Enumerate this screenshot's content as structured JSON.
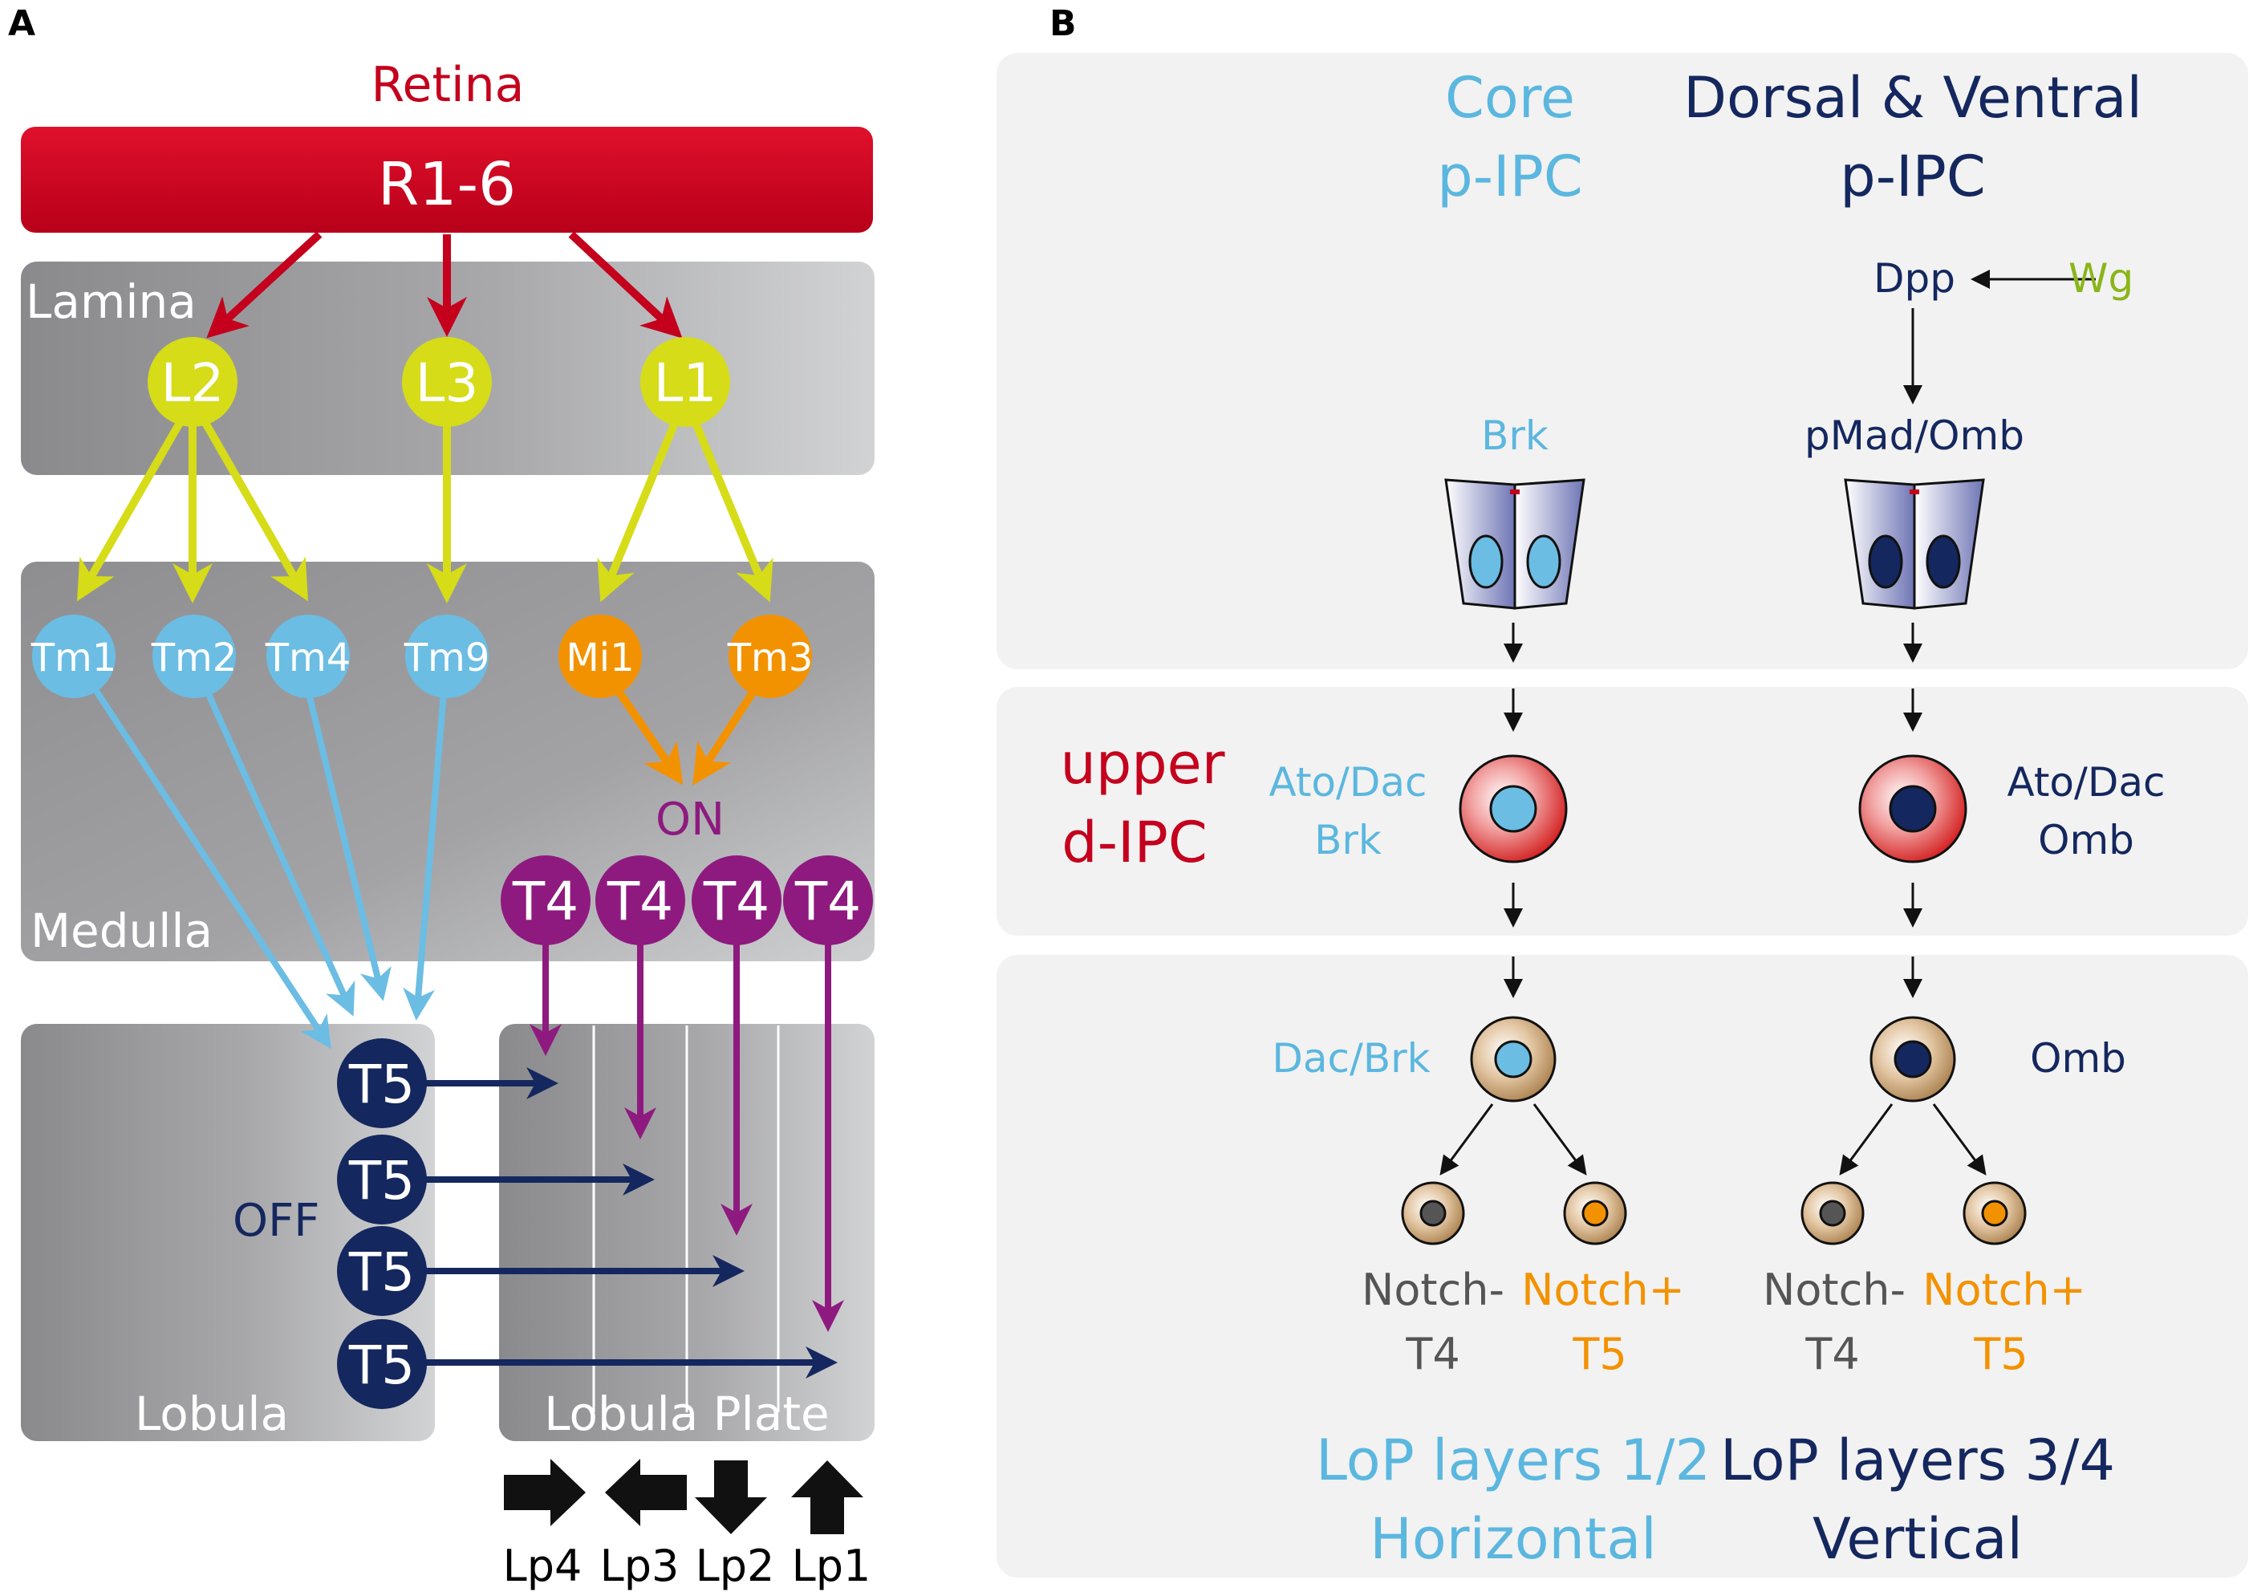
{
  "panel_a": {
    "label": "A",
    "retina": {
      "title": "Retina",
      "box": "R1-6"
    },
    "lamina": {
      "title": "Lamina",
      "cells": [
        "L2",
        "L3",
        "L1"
      ]
    },
    "medulla": {
      "title": "Medulla",
      "cells": [
        "Tm1",
        "Tm2",
        "Tm4",
        "Tm9",
        "Mi1",
        "Tm3"
      ],
      "on_label": "ON",
      "t4_cells": [
        "T4",
        "T4",
        "T4",
        "T4"
      ]
    },
    "lobula": {
      "title": "Lobula",
      "off_label": "OFF",
      "t5_cells": [
        "T5",
        "T5",
        "T5",
        "T5"
      ]
    },
    "lobula_plate": {
      "title": "Lobula Plate",
      "layers": [
        "Lp4",
        "Lp3",
        "Lp2",
        "Lp1"
      ]
    }
  },
  "panel_b": {
    "label": "B",
    "core_title": [
      "Core",
      "p-IPC"
    ],
    "dv_title": [
      "Dorsal & Ventral",
      "p-IPC"
    ],
    "dpp": "Dpp",
    "wg": "Wg",
    "brk": "Brk",
    "pmad_omb": "pMad/Omb",
    "upper_dipc": [
      "upper",
      "d-IPC"
    ],
    "ato_dac_left": [
      "Ato/Dac",
      "Brk"
    ],
    "ato_dac_right": [
      "Ato/Dac",
      "Omb"
    ],
    "dac_brk": "Dac/Brk",
    "omb": "Omb",
    "notch_minus": [
      "Notch-",
      "T4"
    ],
    "notch_plus": [
      "Notch+",
      "T5"
    ],
    "lop_left": [
      "LoP layers 1/2",
      "Horizontal"
    ],
    "lop_right": [
      "LoP layers 3/4",
      "Vertical"
    ]
  },
  "colors": {
    "retina_red": "#d0021b",
    "lamina_yellow": "#d6dc17",
    "medulla_blue": "#6bbde3",
    "orange": "#f39200",
    "purple": "#8e1a7f",
    "navy": "#14275e",
    "light_blue_text": "#5bb7df",
    "green": "#8ab51a"
  }
}
